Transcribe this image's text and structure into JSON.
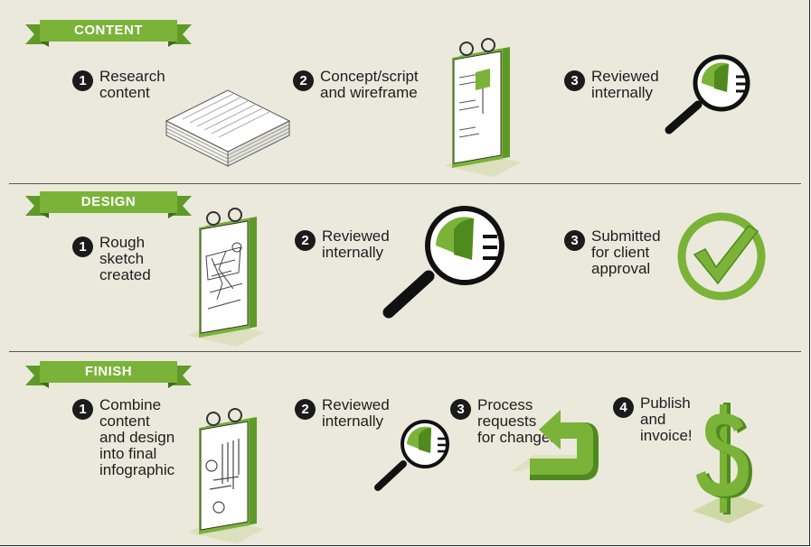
{
  "sections": [
    {
      "title": "CONTENT",
      "steps": [
        {
          "num": "1",
          "text": "Research\ncontent"
        },
        {
          "num": "2",
          "text": "Concept/script\nand wireframe"
        },
        {
          "num": "3",
          "text": "Reviewed\ninternally"
        }
      ]
    },
    {
      "title": "DESIGN",
      "steps": [
        {
          "num": "1",
          "text": "Rough\nsketch\ncreated"
        },
        {
          "num": "2",
          "text": "Reviewed\ninternally"
        },
        {
          "num": "3",
          "text": "Submitted\nfor client\napproval"
        }
      ]
    },
    {
      "title": "FINISH",
      "steps": [
        {
          "num": "1",
          "text": "Combine\ncontent\nand design\ninto final\ninfographic"
        },
        {
          "num": "2",
          "text": "Reviewed\ninternally"
        },
        {
          "num": "3",
          "text": "Process\nrequests\nfor changes"
        },
        {
          "num": "4",
          "text": "Publish\nand\ninvoice!"
        }
      ]
    }
  ],
  "icons": {
    "paper_stack": "paper-stack-icon",
    "wireframe_pad": "wireframe-pad-icon",
    "magnifier": "magnifying-glass-icon",
    "sketch_pad": "sketch-pad-icon",
    "checkmark": "checkmark-icon",
    "arrow": "return-arrow-icon",
    "dollar": "dollar-sign-icon"
  },
  "colors": {
    "background": "#ebe9dc",
    "accent_green": "#7ab338",
    "dark_green": "#4f8a1e",
    "text": "#1e1e1e"
  }
}
